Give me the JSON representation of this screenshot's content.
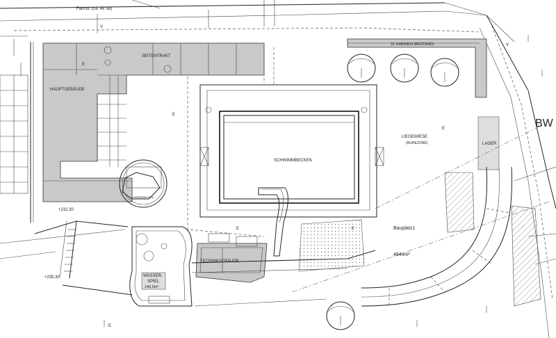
{
  "labels": {
    "street_top": "Fahrstr. (ca. 49 Sb)",
    "seitentrakt": "SEITENTRAKT",
    "hauptgebaeude": "HAUPTGEBÄUDE",
    "kabinen": "31 KABINEN (BESTAND)",
    "schwimmbecken": "SCHWIMMBECKEN",
    "liegewiese": "LIEGEWIESE",
    "ruhezone": "(RUHEZONE)",
    "lager": "LAGER",
    "kinderbecken": "KINDERBECKEN",
    "technikgebaeude": "TECHNIKGEBÄUDE",
    "wasserspiel": "WASSER-",
    "wasserspiel2": "SPIEL",
    "wasserspiel_area": "140,0m²",
    "bauplatz": "Bauplatz1",
    "bauplatz_area": "4644m²",
    "bw": "BW",
    "elev_left": "+232.30",
    "elev_bottom": "+235.30",
    "letter_e": "E",
    "letter_v": "V"
  },
  "colors": {
    "building_fill": "#c9c9c9",
    "line": "#222222",
    "paper": "#ffffff"
  }
}
